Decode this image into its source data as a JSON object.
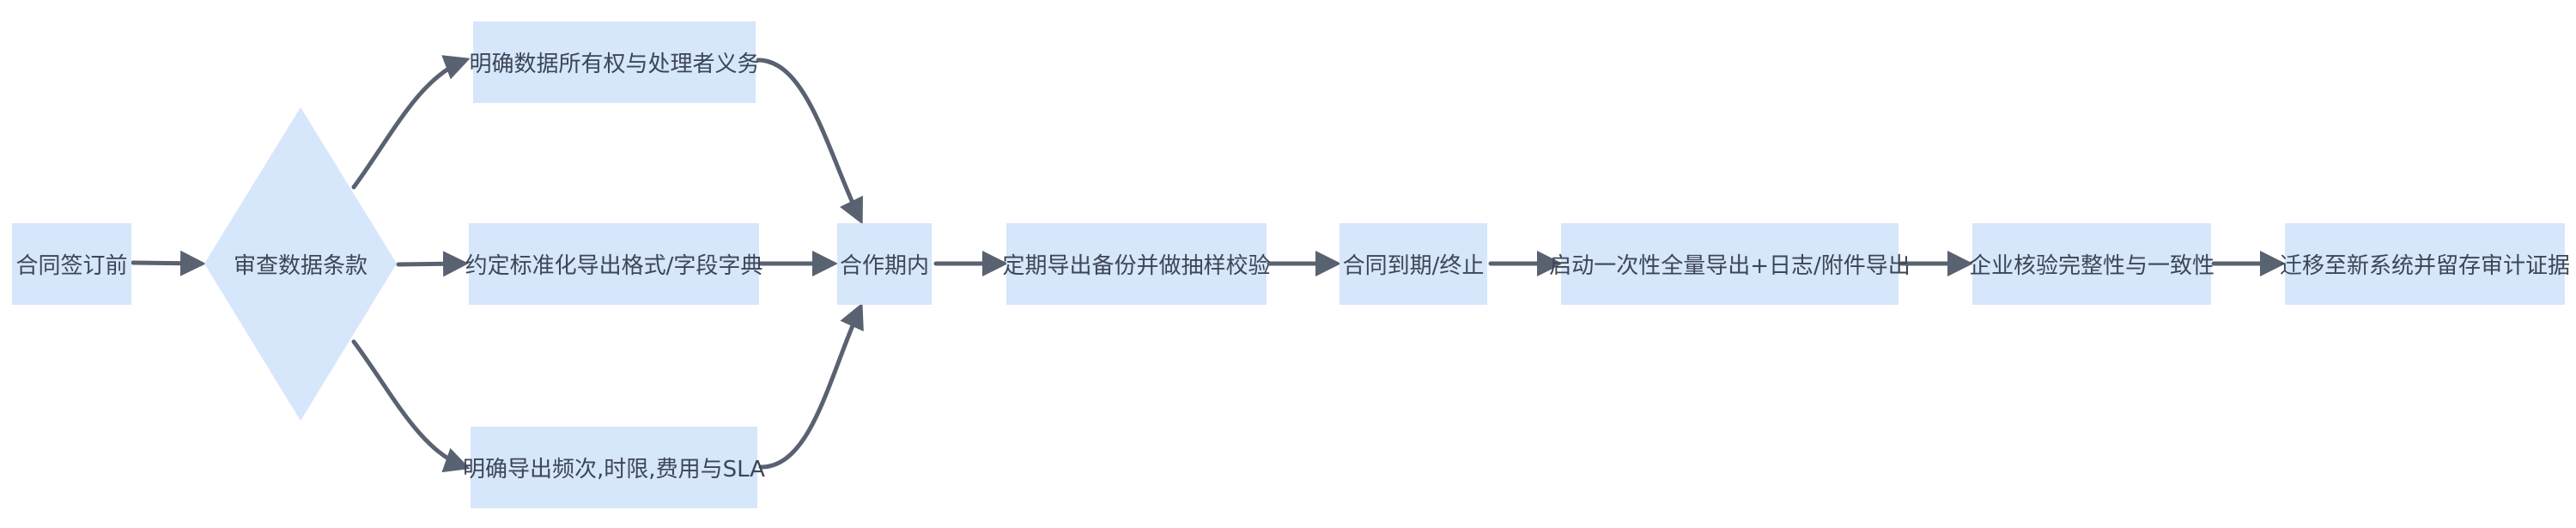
{
  "nodes": {
    "before_contract": "合同签订前",
    "review_terms": "审查数据条款",
    "ownership": "明确数据所有权与处理者义务",
    "standard_export": "约定标准化导出格式/字段字典",
    "export_sla": "明确导出频次,时限,费用与SLA",
    "during_contract": "合作期内",
    "backup": "定期导出备份并做抽样校验",
    "contract_end": "合同到期/终止",
    "full_export": "启动一次性全量导出+日志/附件导出",
    "verify": "企业核验完整性与一致性",
    "migrate": "迁移至新系统并留存审计证据"
  },
  "colors": {
    "node_fill": "#d6e6fb",
    "text": "#3c4656",
    "arrow": "#596270"
  }
}
